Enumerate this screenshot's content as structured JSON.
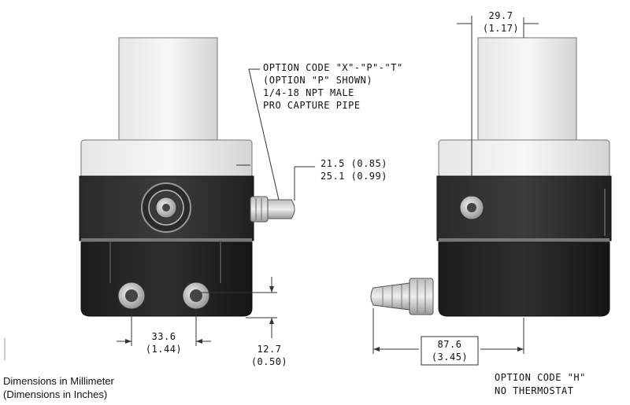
{
  "callout": {
    "line1": "OPTION CODE \"X\"-\"P\"-\"T\"",
    "line2": "(OPTION \"P\" SHOWN)",
    "line3": "1/4-18 NPT MALE",
    "line4": "PRO CAPTURE PIPE"
  },
  "dims": {
    "d1_mm": "29.7",
    "d1_in": "(1.17)",
    "d2": "21.5 (0.85)",
    "d3": "25.1 (0.99)",
    "d4_mm": "33.6",
    "d4_in": "(1.44)",
    "d5_mm": "12.7",
    "d5_in": "(0.50)",
    "d6_mm": "87.6",
    "d6_in": "(3.45)"
  },
  "option_h": {
    "line1": "OPTION CODE \"H\"",
    "line2": "NO THERMOSTAT"
  },
  "legend": {
    "line1": "Dimensions in Millimeter",
    "line2": "(Dimensions in Inches)"
  }
}
